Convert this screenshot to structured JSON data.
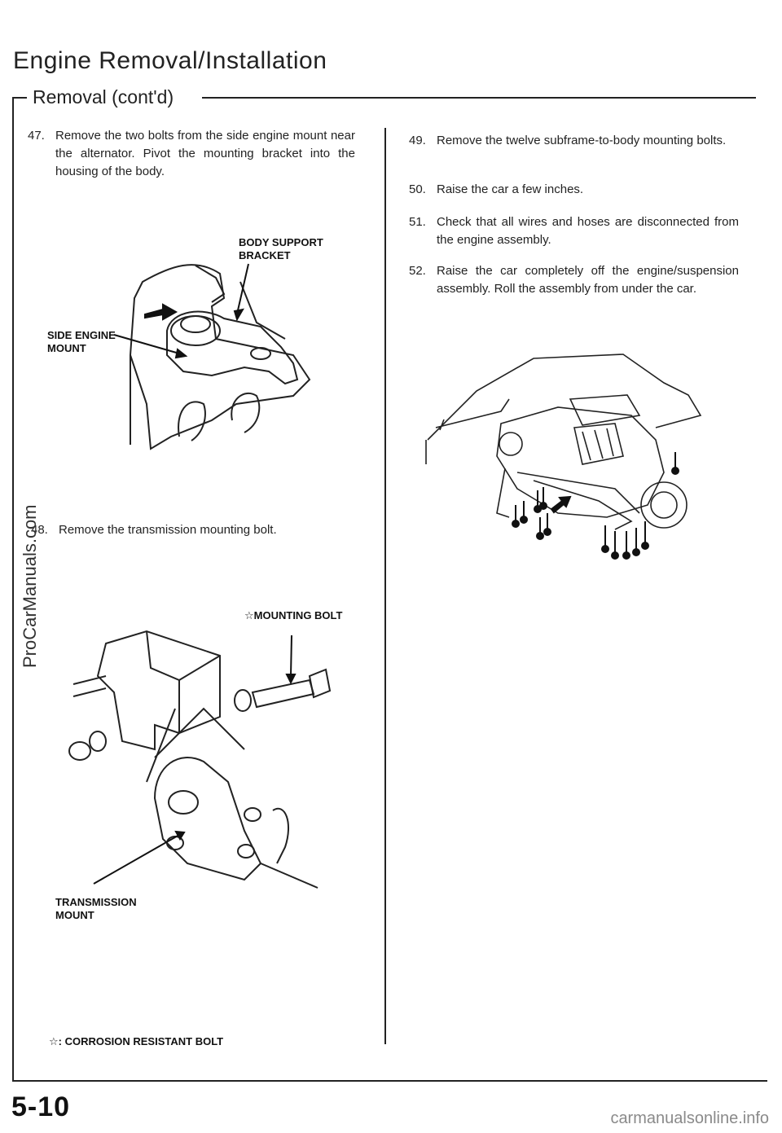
{
  "header": {
    "title": "Engine Removal/Installation",
    "subtitle": "Removal (cont'd)"
  },
  "steps": [
    {
      "num": "47.",
      "text": "Remove the two bolts from the side engine mount near the alternator. Pivot the mounting bracket into the housing of the body."
    },
    {
      "num": "48.",
      "text": "Remove the transmission mounting bolt."
    },
    {
      "num": "49.",
      "text": "Remove the twelve subframe-to-body mounting bolts."
    },
    {
      "num": "50.",
      "text": "Raise the car a few inches."
    },
    {
      "num": "51.",
      "text": "Check that all wires and hoses are disconnected from the engine assembly."
    },
    {
      "num": "52.",
      "text": "Raise the car completely off the engine/suspension assembly. Roll the assembly from under the car."
    }
  ],
  "figure1": {
    "label_bracket_1": "BODY SUPPORT",
    "label_bracket_2": "BRACKET",
    "label_mount_1": "SIDE ENGINE",
    "label_mount_2": "MOUNT"
  },
  "figure2": {
    "label_bolt": "☆MOUNTING BOLT",
    "label_trans_1": "TRANSMISSION",
    "label_trans_2": "MOUNT"
  },
  "footnote": "☆: CORROSION RESISTANT BOLT",
  "page_number": "5-10",
  "watermark_side": "ProCarManuals.com",
  "watermark_bottom": "carmanualsonline.info"
}
